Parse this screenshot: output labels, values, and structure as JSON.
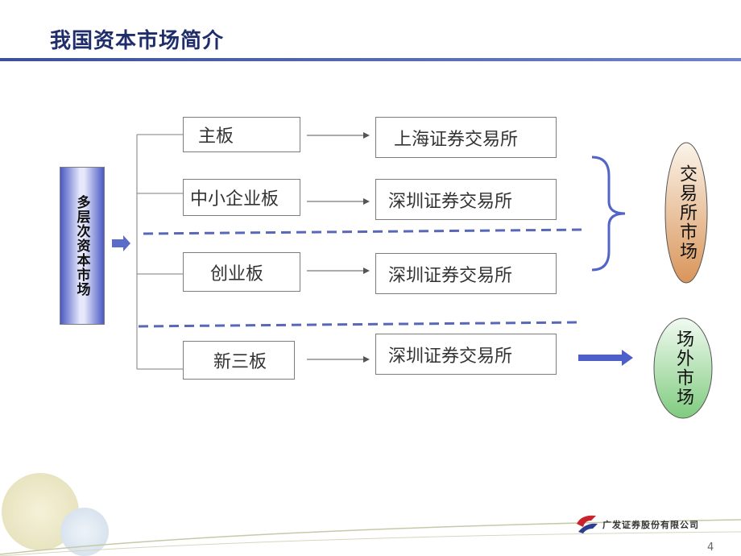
{
  "title": "我国资本市场简介",
  "root": {
    "label": "多层次资本市场"
  },
  "boards": [
    {
      "board": "主板",
      "exchange": "上海证券交易所"
    },
    {
      "board": "中小企业板",
      "exchange": "深圳证券交易所"
    },
    {
      "board": "创业板",
      "exchange": "深圳证券交易所"
    },
    {
      "board": "新三板",
      "exchange": "深圳证券交易所"
    }
  ],
  "exchange_market": {
    "label": "交易所市场"
  },
  "otc_market": {
    "label": "场外市场"
  },
  "page_number": "4",
  "logo": {
    "text": "广发证券股份有限公司"
  },
  "colors": {
    "title": "#1f2d6b",
    "dashed": "#5867b8",
    "exchange_fill": "#e0a468",
    "otc_fill": "#8fd08f",
    "brace": "#5264c8"
  }
}
